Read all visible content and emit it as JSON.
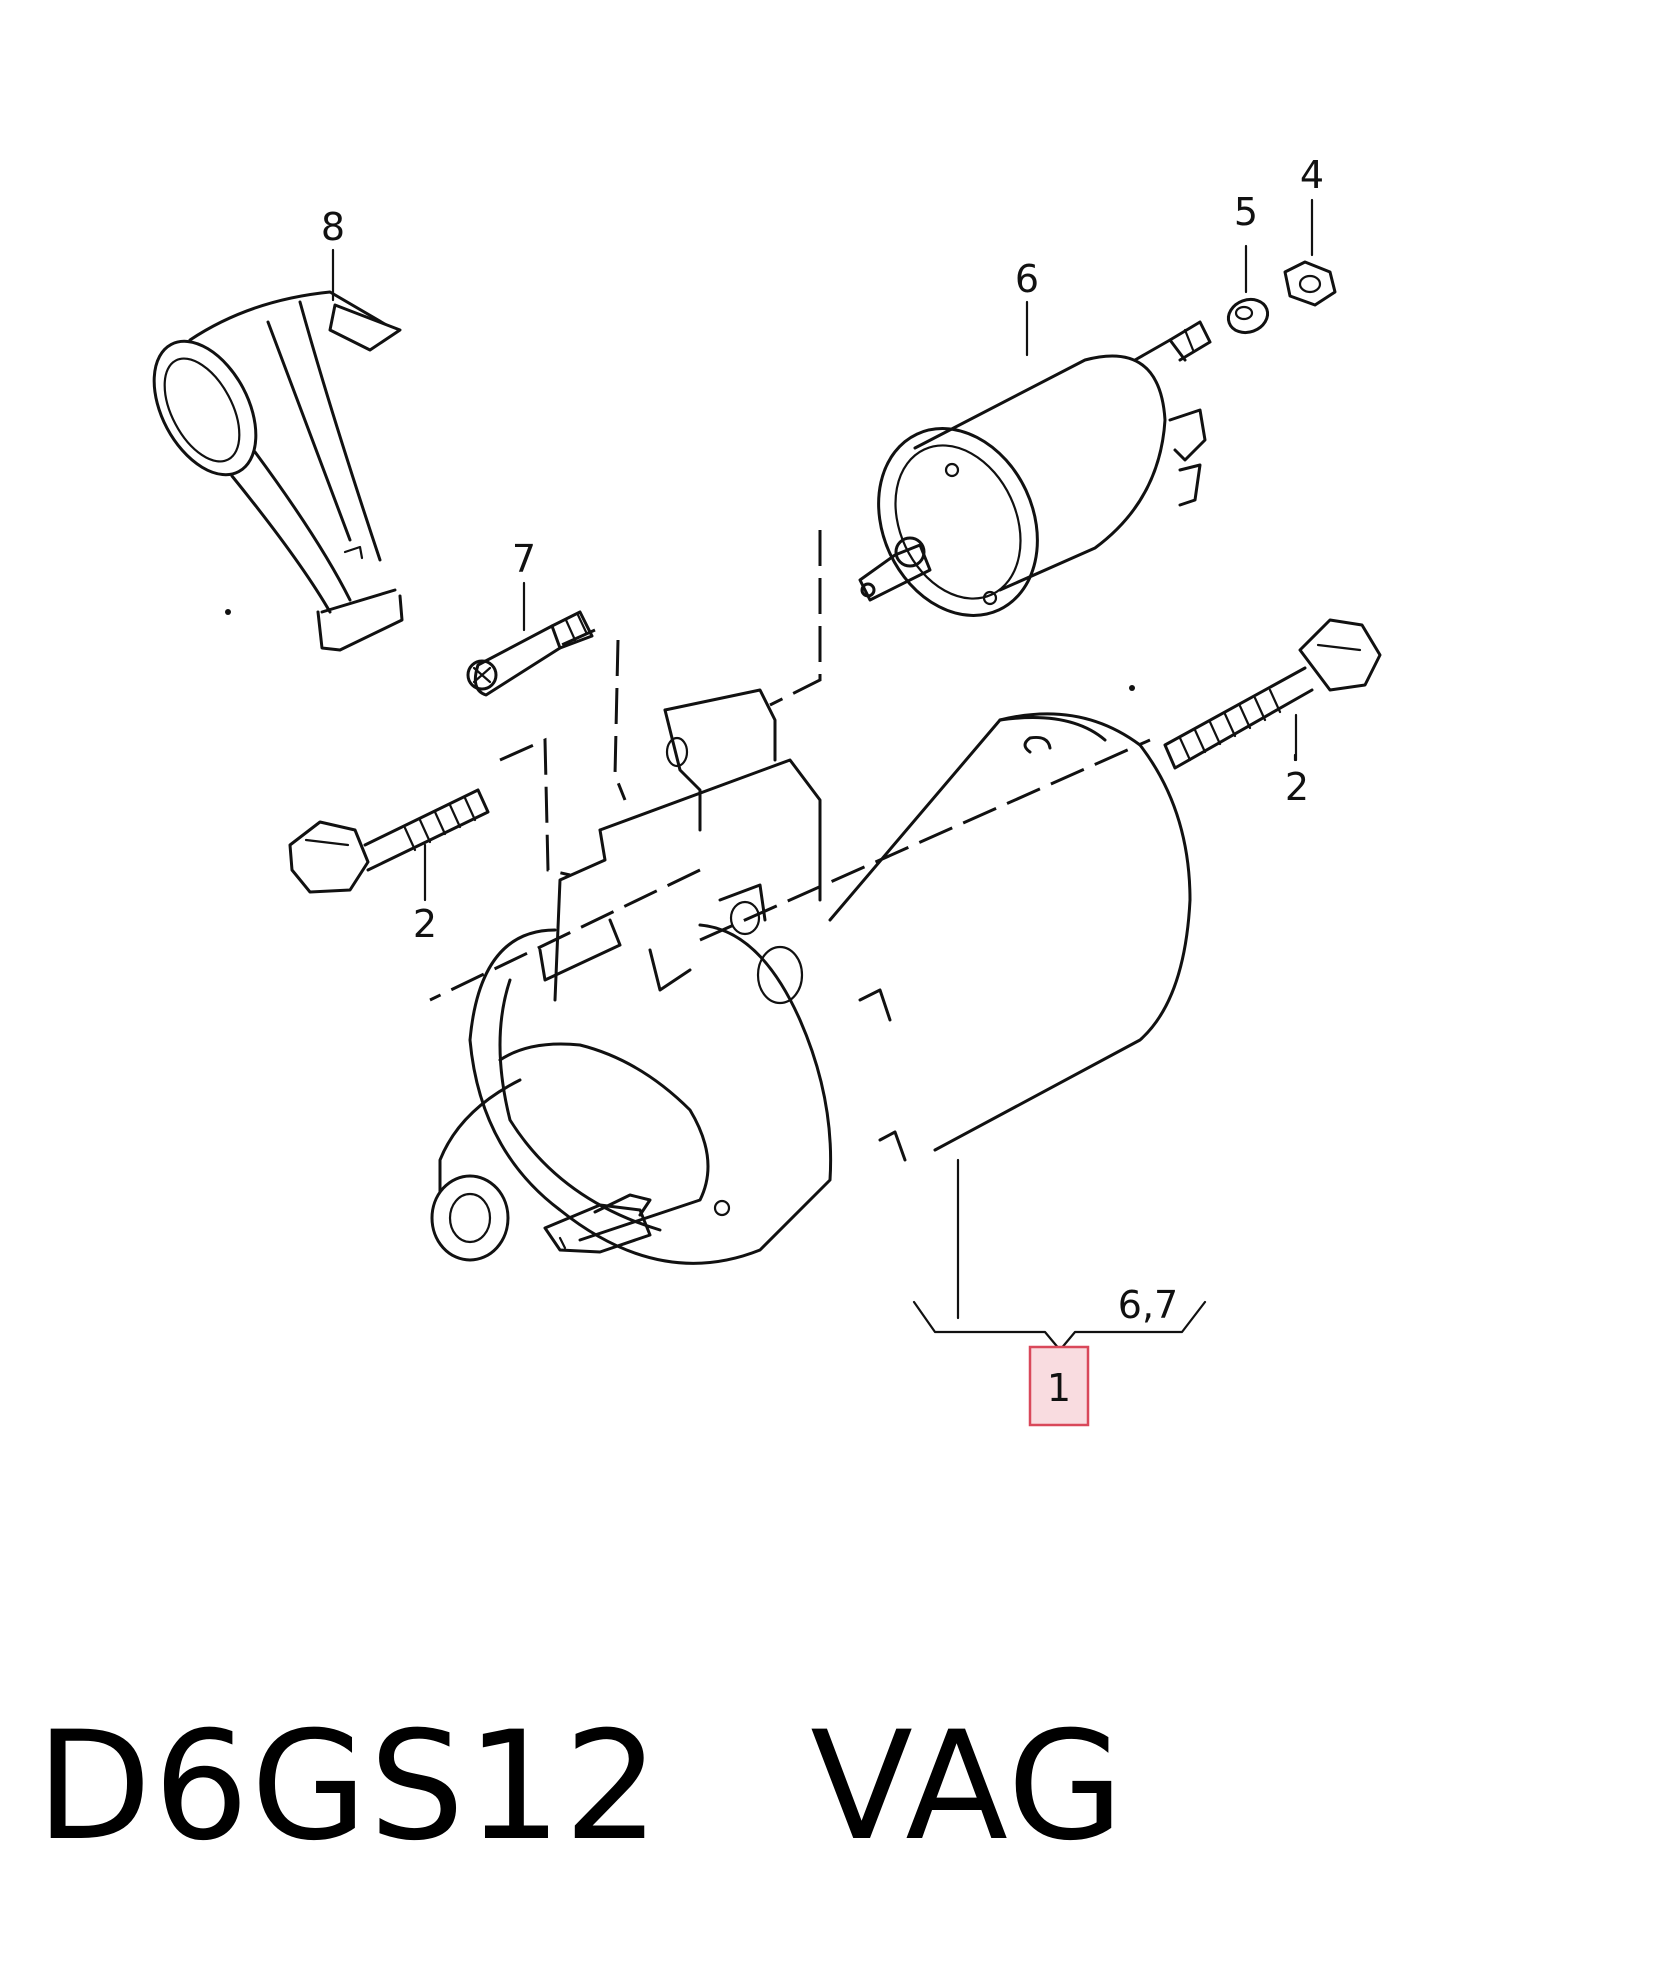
{
  "callouts": {
    "c1": "1",
    "c2a": "2",
    "c2b": "2",
    "c4": "4",
    "c5": "5",
    "c6": "6",
    "c67": "6,7",
    "c7": "7",
    "c8": "8"
  },
  "caption": {
    "code": "D6GS12",
    "brand": "VAG"
  },
  "colors": {
    "line": "#111111",
    "highlight_fill": "#f9dce0",
    "highlight_stroke": "#d9485a"
  }
}
